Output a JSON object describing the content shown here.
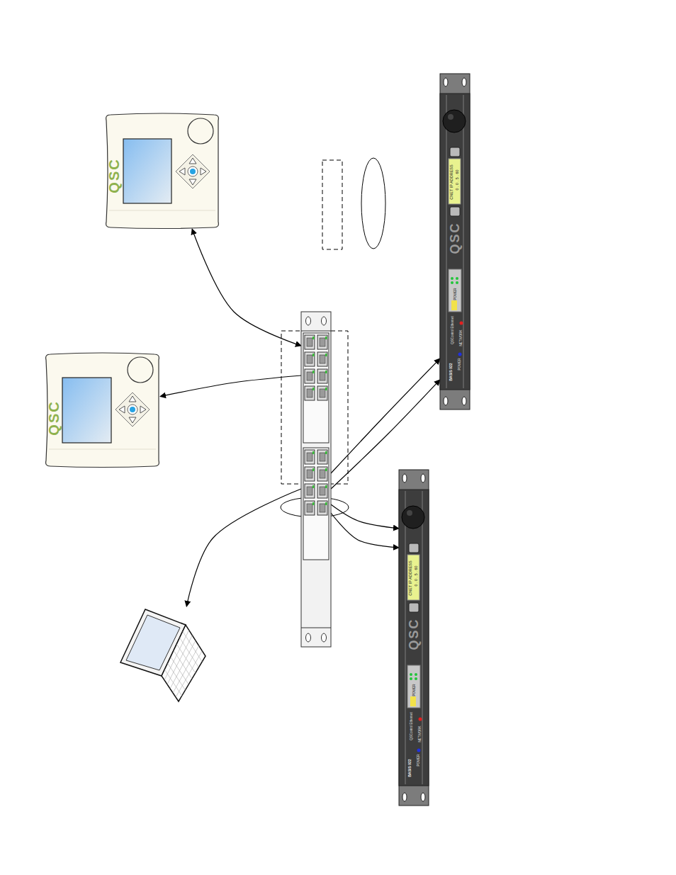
{
  "diagram": {
    "nodes": [
      {
        "text": [
          "QSC"
        ]
      },
      {
        "text": [
          "QSC"
        ]
      },
      {
        "text": []
      },
      {
        "text": []
      },
      {
        "text": [
          "CNET IP ADDRESS",
          "0 . 0 . 5 . 60",
          "QSC",
          "POWER",
          "QSControl Ethernet",
          "NETWORK",
          "BASIS 922",
          "POWER"
        ]
      },
      {
        "text": [
          "CNET IP ADDRESS",
          "0 . 0 . 5 . 60",
          "QSC",
          "POWER",
          "QSControl Ethernet",
          "NETWORK",
          "BASIS 922",
          "POWER"
        ]
      }
    ],
    "edges": [
      {
        "from": 2,
        "to": 0,
        "arrow": "both"
      },
      {
        "from": 2,
        "to": 1,
        "arrow": "to"
      },
      {
        "from": 2,
        "to": 3,
        "arrow": "to"
      },
      {
        "from": 2,
        "to": 4,
        "arrow": "to"
      },
      {
        "from": 2,
        "to": 4,
        "arrow": "to"
      },
      {
        "from": 2,
        "to": 5,
        "arrow": "to"
      },
      {
        "from": 2,
        "to": 5,
        "arrow": "to"
      }
    ]
  }
}
